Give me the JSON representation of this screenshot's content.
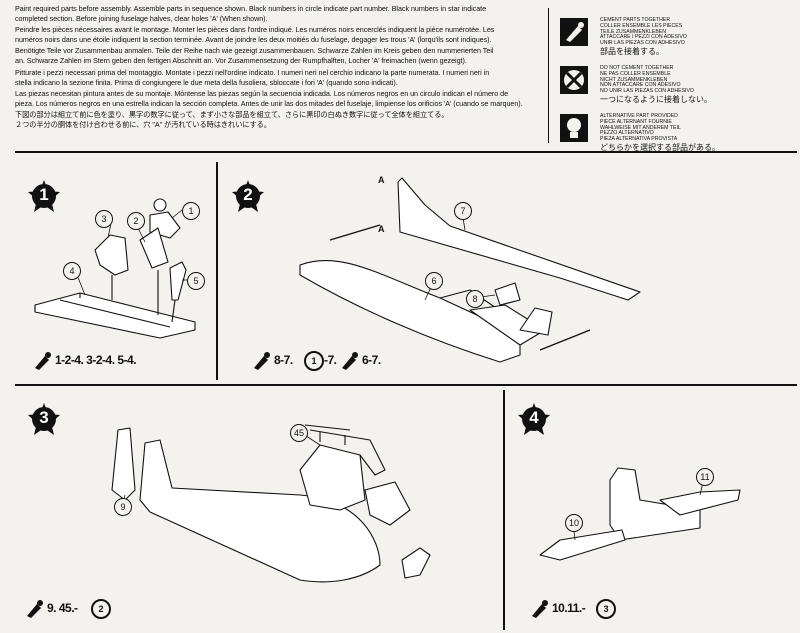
{
  "instructions": [
    "Paint required parts before assembly. Assemble parts in sequence shown. Black numbers in circle indicate part number. Black numbers in star indicate",
    "completed section. Before joining fuselage halves, clear holes 'A' (When shown).",
    "Peindre les pièces nécessaires avant le montage. Monter les pièces dans l'ordre indiqué. Les numéros noirs encerclés indiquent la pièce numérotée. Les",
    "numéros noirs dans une étoile indiquent la section terminée.  Avant de joindre les deux moitiés du fuselage, degager les trous 'A' (lorqu'ils sont indiques).",
    "Benötigte Teile vor Zusammenbau anmalen. Teile der Reihe nach wie gezeigt zusammenbauen. Schwarze Zahlen im Kreis geben den nummerierten Teil",
    "an. Schwarze Zahlen im Stern geben den fertigen Abschnitt an.  Vor Zusammensetzung der Rumpfhalften, Locher 'A' freimachen (wenn gezeigt).",
    "Pitturate i pezzi necessari prima del montaggio. Montate i pezzi nell'ordine indicato. I numeri neri nel cerchio indicano la parte numerata. I numeri neri in",
    "stella indicano la sezione finita.  Prima di congiungere le due meta della fusoliera, sbloccate i fori 'A' (quando sono indicati).",
    "Las piezas necesitan pintura antes de su montaje. Móntense las piezas según la secuencia indicada. Los números negros en un circulo indican el número de",
    "pieza. Los números negros en una estrella indican la sección completa. Antes de unir las dos mitades del fuselaje, limpiense los orificios 'A' (cuando se marquen).",
    "下図の部分は組立て前に色を塗り、黒字の数字に従って、まず小さな部品を組立て、さらに黒印の白ぬき数字に従って全体を組立てる。",
    "２つの半分の胴体を付け合わせる前に、穴 \"A\" が汚れている時はきれいにする。"
  ],
  "legend": [
    {
      "icon": "cement-tube-icon",
      "lines": [
        "CEMENT PARTS TOGETHER",
        "COLLER ENSEMBLE LES PIECES",
        "TEILE ZUSAMMENKLEBEN",
        "ATTACCARE I PEZZI CON ADESIVO",
        "UNIR LAS PIEZAS CON ADHESIVO"
      ],
      "jp": "部品を接着する。"
    },
    {
      "icon": "no-cement-icon",
      "lines": [
        "DO NOT CEMENT TOGETHER",
        "NE PAS COLLER ENSEMBLE",
        "NICHT ZUSAMMENKLEBEN",
        "NON ATTACCARE CON ADESIVO",
        "NO UNIR LAS PIEZAS CON ADHESIVO"
      ],
      "jp": "一つになるように接着しない。"
    },
    {
      "icon": "alternative-part-icon",
      "lines": [
        "ALTERNATIVE PART PROVIDED",
        "PIECE ALTERNANT FOURNIE",
        "WAHLWEISE MIT ANDEREM TEIL",
        "PEZZO ALTERNATIVO",
        "PIEZA ALTERNATIVA PROVISTA"
      ],
      "jp": "どちらかを選択する部品がある。"
    }
  ],
  "steps": [
    {
      "num": "1",
      "sequence": "1-2-4. 3-2-4. 5-4.",
      "parts": [
        "1",
        "2",
        "3",
        "4",
        "5"
      ]
    },
    {
      "num": "2",
      "sequence": "8-7.",
      "seq_star": "1",
      "seq_mid": "-7.",
      "seq_end": "6-7.",
      "parts": [
        "7",
        "6",
        "8"
      ],
      "hole_label": "A"
    },
    {
      "num": "3",
      "sequence": "9. 45.-",
      "seq_star": "2",
      "parts": [
        "45",
        "9"
      ]
    },
    {
      "num": "4",
      "sequence": "10.11.-",
      "seq_star": "3",
      "parts": [
        "11",
        "10"
      ]
    }
  ]
}
